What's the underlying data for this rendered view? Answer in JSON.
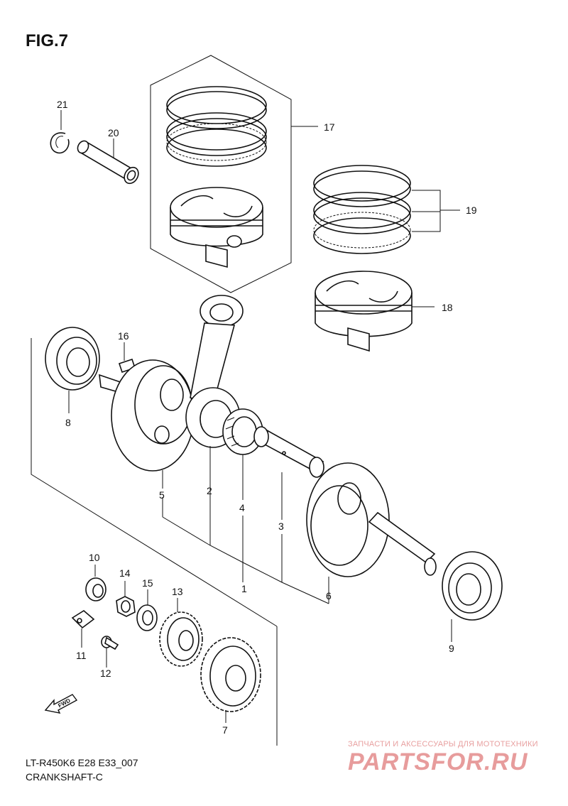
{
  "figure": {
    "title": "FIG.7",
    "model_code": "LT-R450K6 E28 E33_007",
    "section_name": "CRANKSHAFT-C"
  },
  "watermark": {
    "subtitle": "ЗАПЧАСТИ И АКСЕССУАРЫ ДЛЯ МОТОТЕХНИКИ",
    "brand": "PARTSFOR.RU",
    "color": "#e07b7b"
  },
  "direction_marker": {
    "label": "FWD",
    "icon": "fwd-arrow-icon"
  },
  "callouts": {
    "c1": "1",
    "c2": "2",
    "c3": "3",
    "c4": "4",
    "c5": "5",
    "c6": "6",
    "c7": "7",
    "c8": "8",
    "c9": "9",
    "c10": "10",
    "c11": "11",
    "c12": "12",
    "c13": "13",
    "c14": "14",
    "c15": "15",
    "c16": "16",
    "c17": "17",
    "c18": "18",
    "c19": "19",
    "c20": "20",
    "c21": "21"
  }
}
